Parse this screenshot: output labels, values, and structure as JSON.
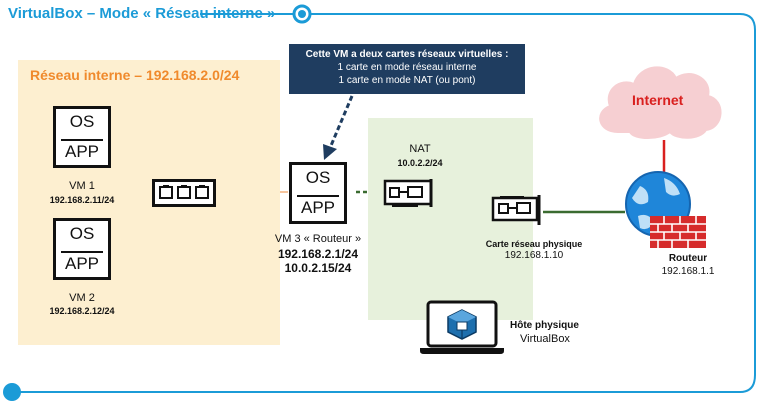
{
  "title": "VirtualBox – Mode « Réseau interne »",
  "zone_interne": {
    "label": "Réseau interne – 192.168.2.0/24"
  },
  "callout": {
    "title": "Cette VM a deux cartes réseaux virtuelles :",
    "line1": "1 carte en mode réseau interne",
    "line2": "1 carte en mode NAT (ou pont)"
  },
  "vm1": {
    "os": "OS",
    "app": "APP",
    "name": "VM 1",
    "ip": "192.168.2.11/24"
  },
  "vm2": {
    "os": "OS",
    "app": "APP",
    "name": "VM 2",
    "ip": "192.168.2.12/24"
  },
  "vm3": {
    "os": "OS",
    "app": "APP",
    "name": "VM 3 « Routeur »",
    "ip1": "192.168.2.1/24",
    "ip2": "10.0.2.15/24"
  },
  "nat": {
    "label": "NAT",
    "ip": "10.0.2.2/24"
  },
  "carte_physique": {
    "label": "Carte réseau physique",
    "ip": "192.168.1.10"
  },
  "hote": {
    "line1": "Hôte physique",
    "line2": "VirtualBox"
  },
  "internet": {
    "label": "Internet"
  },
  "routeur": {
    "label": "Routeur",
    "ip": "192.168.1.1"
  },
  "colors": {
    "accent": "#1b9bd7",
    "zone_interne": "#fdefd0",
    "zone_nat": "#e7f1dc",
    "callout_bg": "#1f3d60",
    "internet_cloud": "#f6cfd2",
    "internet_text": "#d9201f",
    "orange_link": "#f0a060",
    "green_link": "#3a6b30"
  }
}
